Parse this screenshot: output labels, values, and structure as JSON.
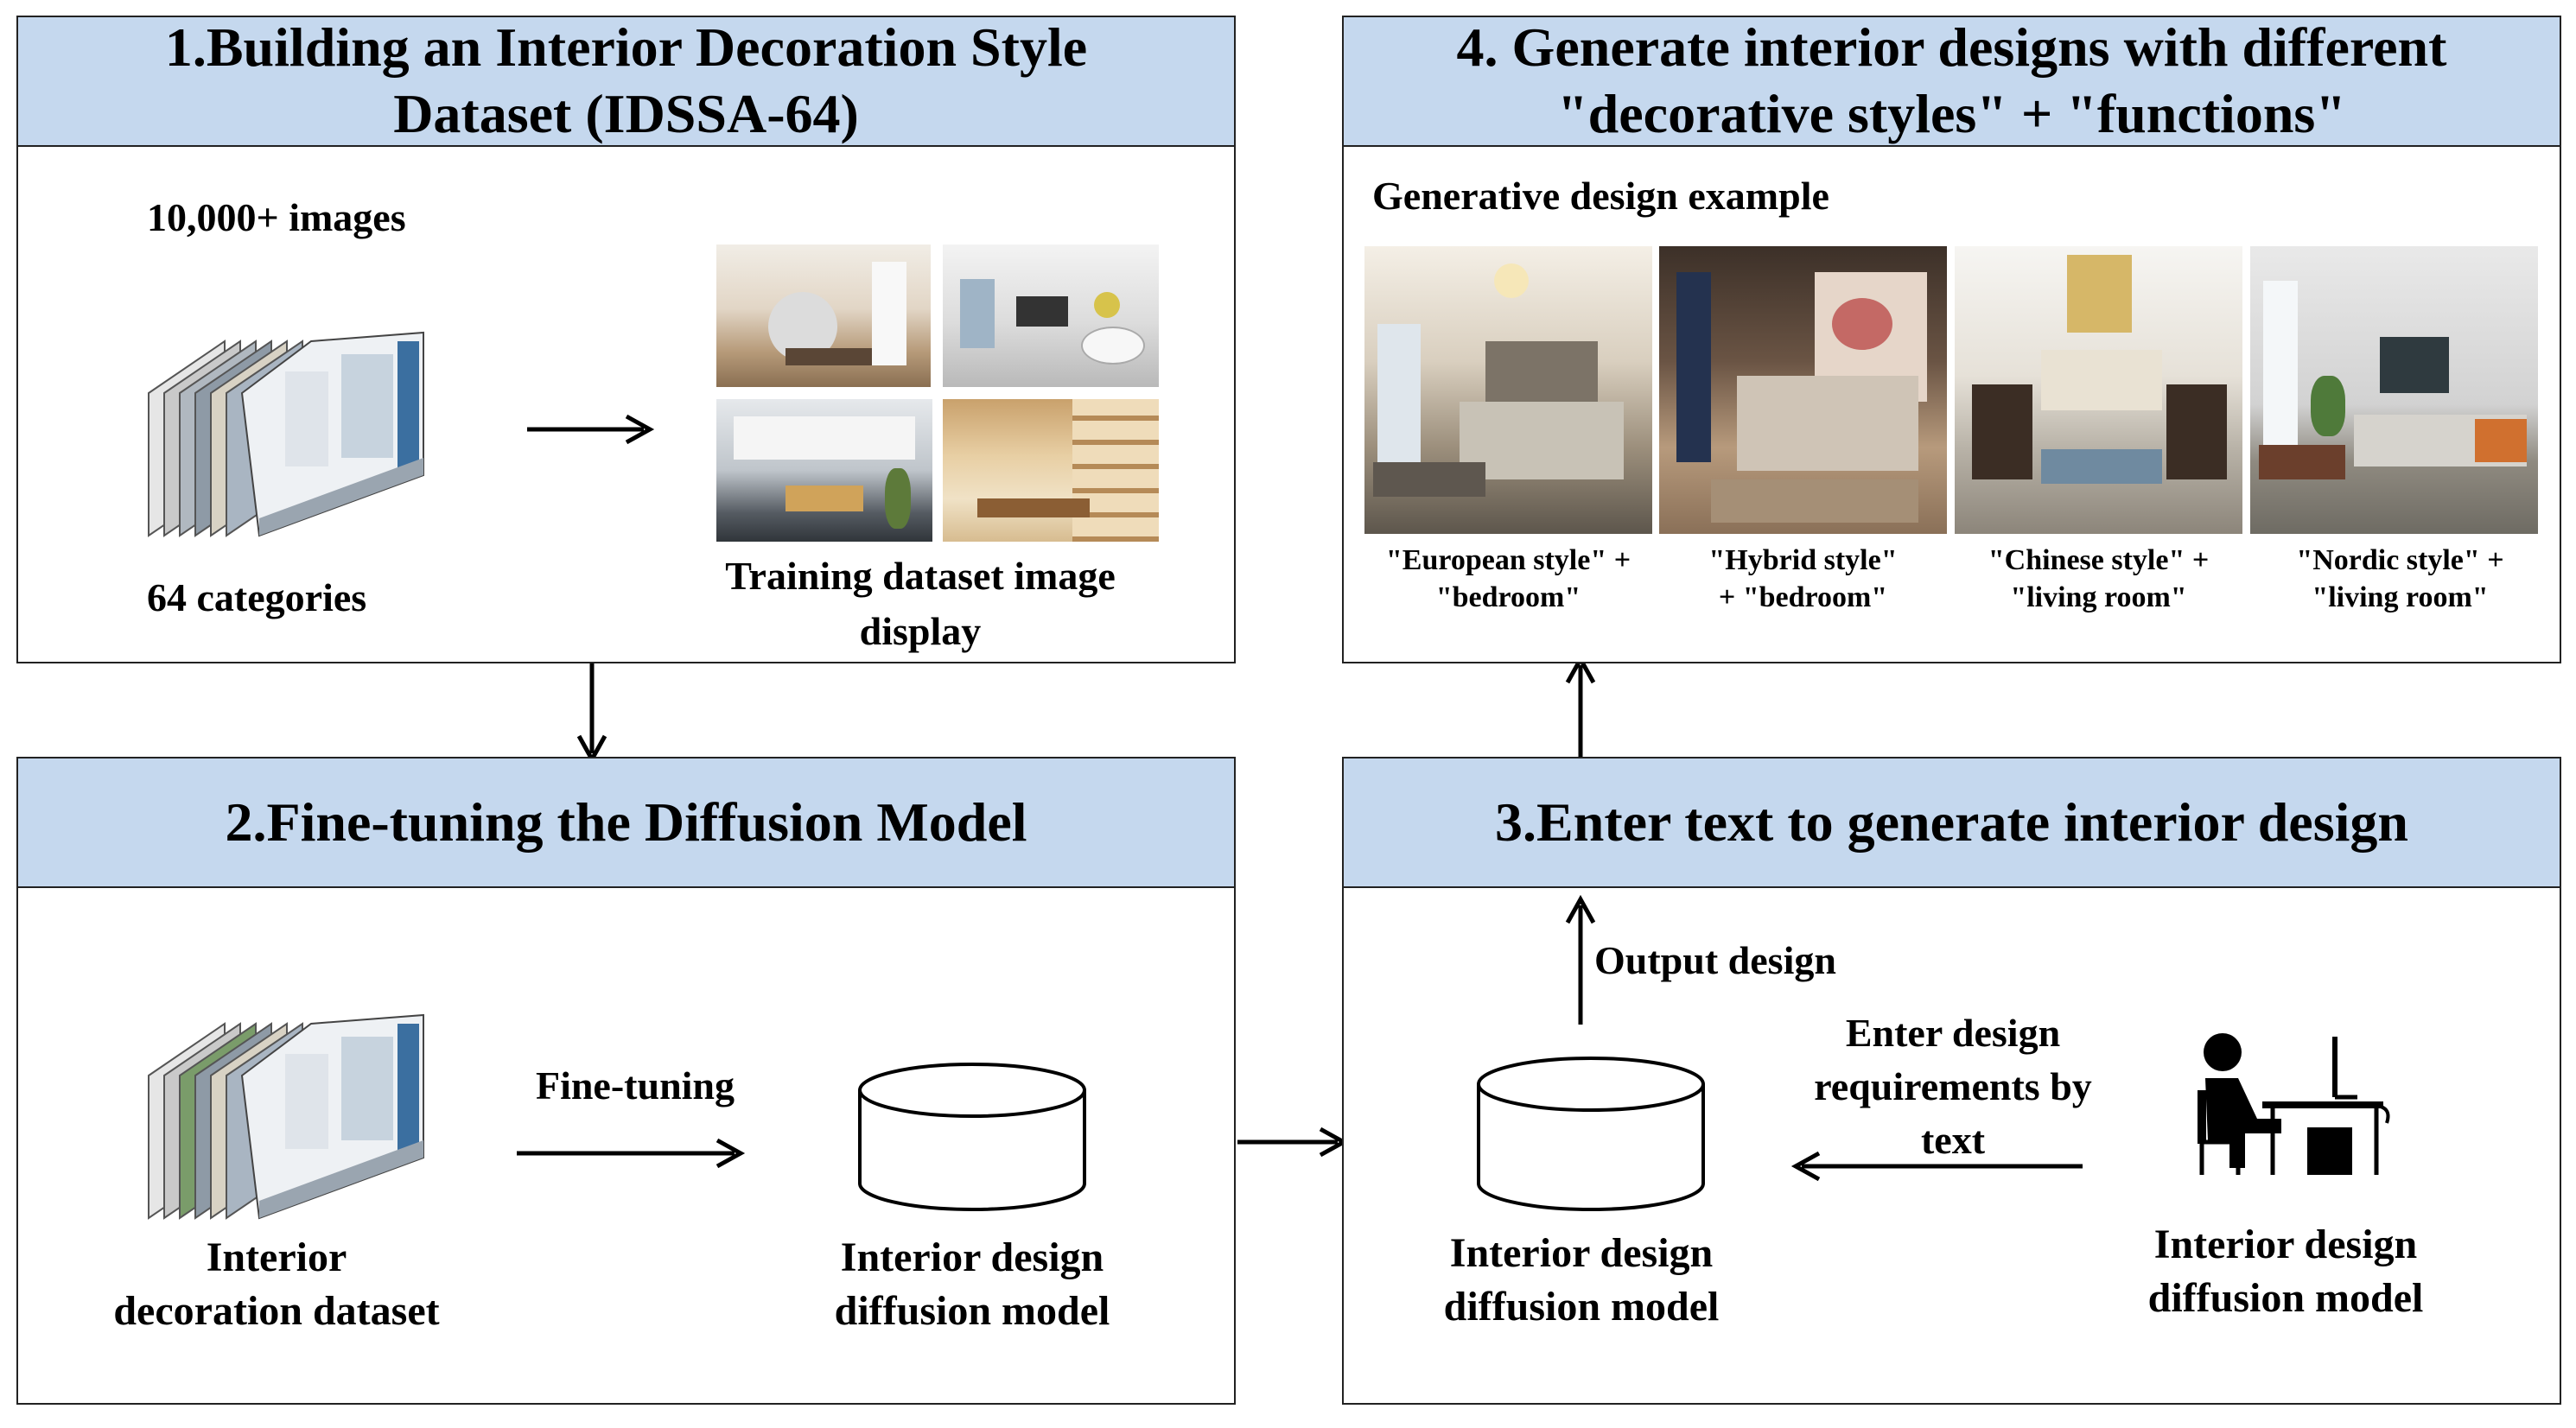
{
  "panel1": {
    "title_line1": "1.Building an Interior Decoration Style",
    "title_line2": "Dataset (IDSSA-64)",
    "images_count": "10,000+ images",
    "categories": "64 categories",
    "display_line1": "Training dataset image",
    "display_line2": "display"
  },
  "panel2": {
    "title": "2.Fine-tuning the Diffusion Model",
    "finetune_label": "Fine-tuning",
    "dataset_line1": "Interior",
    "dataset_line2": "decoration dataset",
    "model_line1": "Interior design",
    "model_line2": "diffusion model"
  },
  "panel3": {
    "title": "3.Enter text to generate interior design",
    "output_label": "Output design",
    "enter_line1": "Enter design",
    "enter_line2": "requirements by",
    "enter_line3": "text",
    "model_line1": "Interior design",
    "model_line2": "diffusion model",
    "user_line1": "Interior design",
    "user_line2": "diffusion model"
  },
  "panel4": {
    "title_line1": "4. Generate interior designs with different",
    "title_line2": "\"decorative styles\" + \"functions\"",
    "example_label": "Generative design example",
    "examples": [
      {
        "line1": "\"European style\" +",
        "line2": "\"bedroom\""
      },
      {
        "line1": "\"Hybrid style\"",
        "line2": "+ \"bedroom\""
      },
      {
        "line1": "\"Chinese style\" +",
        "line2": "\"living room\""
      },
      {
        "line1": "\"Nordic style\" +",
        "line2": "\"living room\""
      }
    ]
  }
}
